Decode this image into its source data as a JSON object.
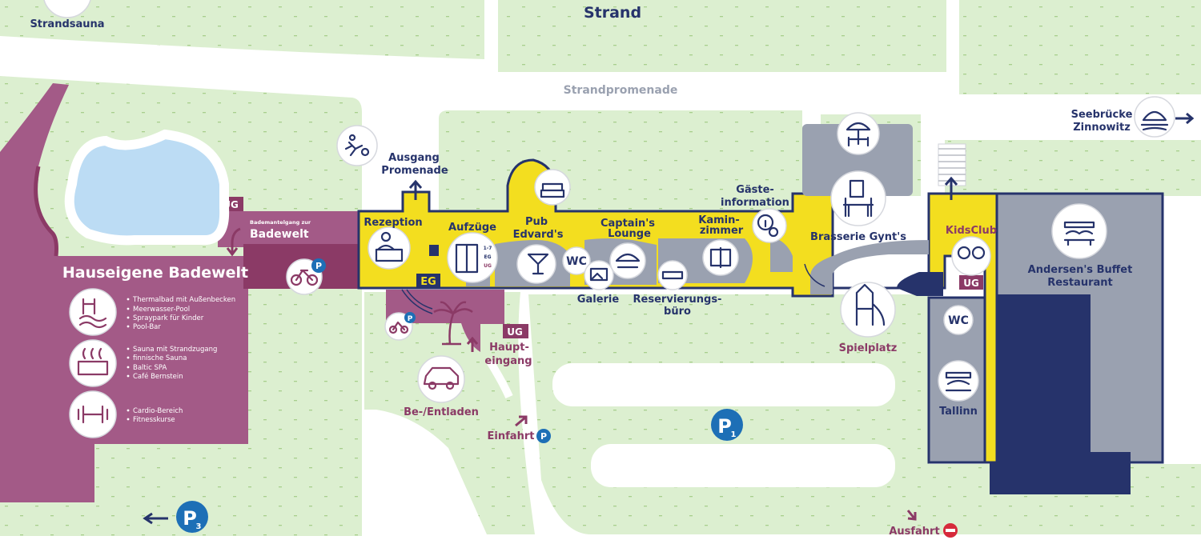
{
  "labels": {
    "strand": "Strand",
    "strandsauna": "Strandsauna",
    "strandpromenade": "Strandpromenade",
    "seebruecke_1": "Seebrücke",
    "seebruecke_2": "Zinnowitz",
    "ausgang_1": "Ausgang",
    "ausgang_2": "Promenade",
    "rezeption": "Rezeption",
    "aufzuege": "Aufzüge",
    "pub_1": "Pub",
    "pub_2": "Edvard's",
    "captain_1": "Captain's",
    "captain_2": "Lounge",
    "kamin_1": "Kamin-",
    "kamin_2": "zimmer",
    "gaeste_1": "Gäste-",
    "gaeste_2": "information",
    "brasserie": "Brasserie Gynt's",
    "kidsclub": "KidsClub",
    "andersen_1": "Andersen's Buffet",
    "andersen_2": "Restaurant",
    "galerie": "Galerie",
    "reserv_1": "Reservierungs-",
    "reserv_2": "büro",
    "spielplatz": "Spielplatz",
    "tallinn": "Tallinn",
    "wc": "WC",
    "eg": "EG",
    "ug": "UG",
    "haupt_1": "Haupt-",
    "haupt_2": "eingang",
    "beentladen": "Be-/Entladen",
    "einfahrt": "Einfahrt",
    "ausfahrt": "Ausfahrt",
    "bademantel_small": "Bademantelgang zur",
    "bademantel_big": "Badewelt",
    "hauseigene": "Hauseigene Badewelt",
    "p": "P",
    "p1": "1",
    "p3": "3"
  },
  "lift_floors": [
    "1-7",
    "EG",
    "UG"
  ],
  "amenity_lists": {
    "wellness_1": [
      "Thermalbad mit Außenbecken",
      "Meerwasser-Pool",
      "Spraypark für Kinder",
      "Pool-Bar"
    ],
    "wellness_2": [
      "Sauna mit Strandzugang",
      "finnische Sauna",
      "Baltic SPA",
      "Café Bernstein"
    ],
    "wellness_3": [
      "Cardio-Bereich",
      "Fitnesskurse"
    ]
  },
  "icons": [
    "strandsauna-icon",
    "sport-icon",
    "reception-icon",
    "elevator-icon",
    "lounge-sofa-icon",
    "cocktail-beach-icon",
    "wc-icon",
    "captain-hat-icon",
    "gallery-icon",
    "reservation-icon",
    "fireplace-room-icon",
    "info-icon",
    "terrace-dining-icon",
    "brasserie-menu-icon",
    "kids-club-icon",
    "buffet-icon",
    "playground-icon",
    "tallinn-buffet-icon",
    "pier-icon",
    "bicycle-icon",
    "palm-icon",
    "car-loading-icon",
    "pool-icon",
    "sauna-icon",
    "fitness-icon"
  ],
  "colors": {
    "lawn": "#dcefd0",
    "grass_dash": "#a8cf8c",
    "path": "#ffffff",
    "wellness": "#a35a87",
    "wellness_dark": "#8b3a66",
    "corridor": "#f3de1f",
    "building_outline": "#26336b",
    "room_grey": "#9aa1b0",
    "restaurant_navy": "#26336b",
    "pool_water": "#bcdcf4",
    "text_navy": "#26336b",
    "text_plum": "#8b3a66",
    "parking_blue": "#1d6fb6",
    "exit_red": "#d62a3b"
  }
}
